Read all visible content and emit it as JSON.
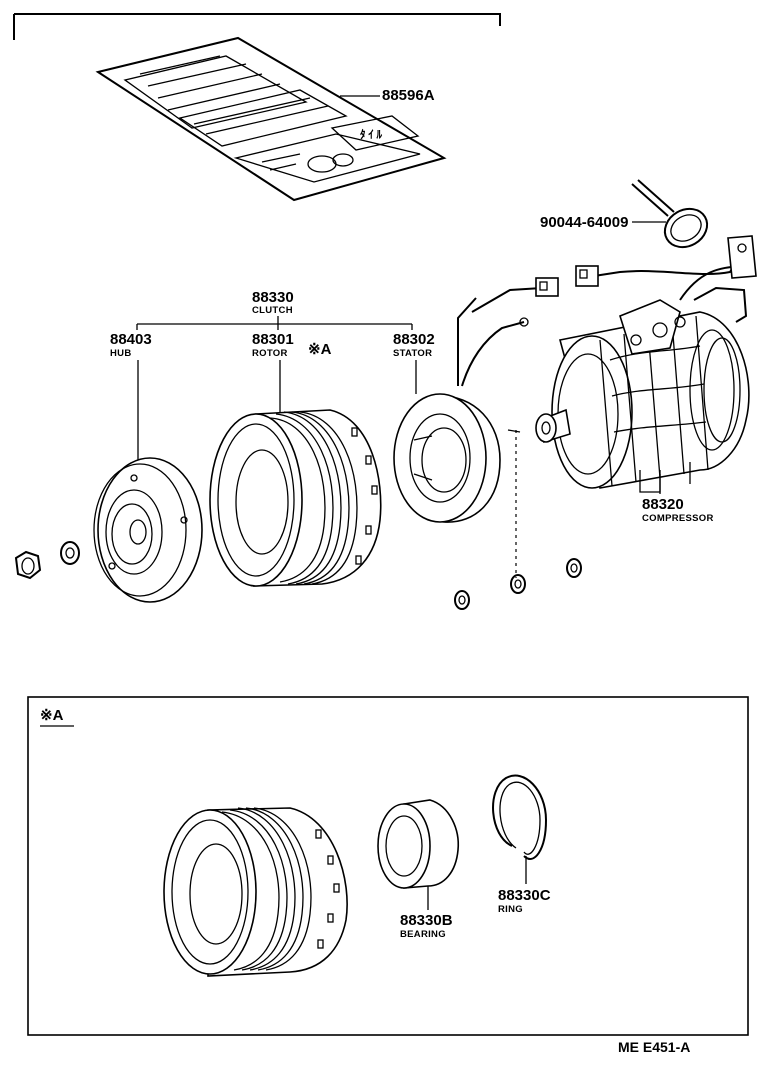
{
  "parts": {
    "label_sheet": {
      "number": "88596A"
    },
    "tie_band": {
      "number": "90044-64009"
    },
    "clutch": {
      "number": "88330",
      "name": "CLUTCH"
    },
    "hub": {
      "number": "88403",
      "name": "HUB"
    },
    "rotor": {
      "number": "88301",
      "name": "ROTOR",
      "ref": "※A"
    },
    "stator": {
      "number": "88302",
      "name": "STATOR"
    },
    "compressor": {
      "number": "88320",
      "name": "COMPRESSOR"
    },
    "bearing": {
      "number": "88330B",
      "name": "BEARING"
    },
    "ring": {
      "number": "88330C",
      "name": "RING"
    }
  },
  "detail_box": {
    "title": "※A"
  },
  "figure_code": "ME E451-A"
}
